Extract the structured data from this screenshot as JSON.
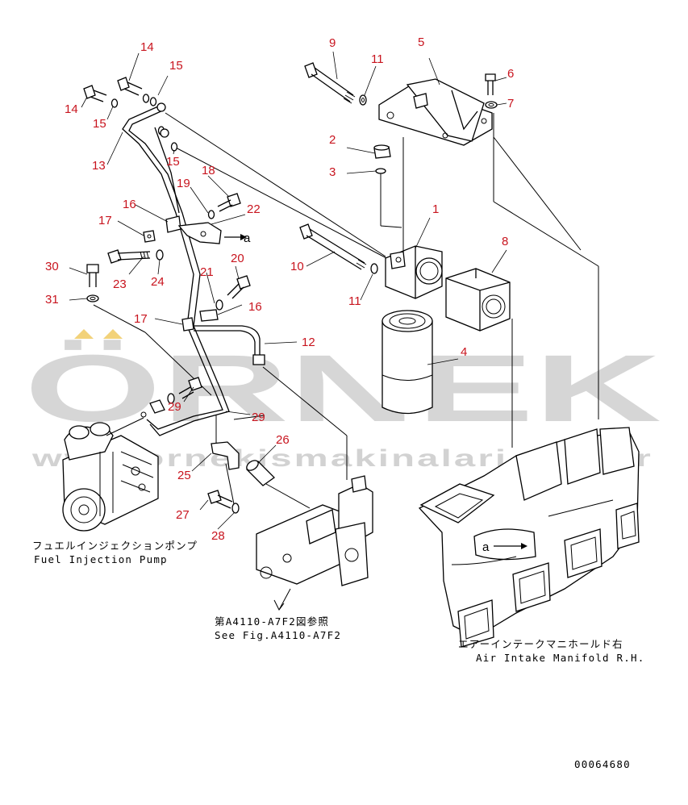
{
  "callouts": [
    {
      "id": "c1",
      "text": "1"
    },
    {
      "id": "c2",
      "text": "2"
    },
    {
      "id": "c3",
      "text": "3"
    },
    {
      "id": "c4",
      "text": "4"
    },
    {
      "id": "c5",
      "text": "5"
    },
    {
      "id": "c6",
      "text": "6"
    },
    {
      "id": "c7",
      "text": "7"
    },
    {
      "id": "c8",
      "text": "8"
    },
    {
      "id": "c9",
      "text": "9"
    },
    {
      "id": "c10",
      "text": "10"
    },
    {
      "id": "c11a",
      "text": "11"
    },
    {
      "id": "c11b",
      "text": "11"
    },
    {
      "id": "c12",
      "text": "12"
    },
    {
      "id": "c13",
      "text": "13"
    },
    {
      "id": "c14a",
      "text": "14"
    },
    {
      "id": "c14b",
      "text": "14"
    },
    {
      "id": "c15a",
      "text": "15"
    },
    {
      "id": "c15b",
      "text": "15"
    },
    {
      "id": "c15c",
      "text": "15"
    },
    {
      "id": "c16a",
      "text": "16"
    },
    {
      "id": "c16b",
      "text": "16"
    },
    {
      "id": "c17a",
      "text": "17"
    },
    {
      "id": "c17b",
      "text": "17"
    },
    {
      "id": "c18",
      "text": "18"
    },
    {
      "id": "c19",
      "text": "19"
    },
    {
      "id": "c20",
      "text": "20"
    },
    {
      "id": "c21",
      "text": "21"
    },
    {
      "id": "c22",
      "text": "22"
    },
    {
      "id": "c23",
      "text": "23"
    },
    {
      "id": "c24",
      "text": "24"
    },
    {
      "id": "c25",
      "text": "25"
    },
    {
      "id": "c26",
      "text": "26"
    },
    {
      "id": "c27",
      "text": "27"
    },
    {
      "id": "c28",
      "text": "28"
    },
    {
      "id": "c29a",
      "text": "29"
    },
    {
      "id": "c29b",
      "text": "29"
    },
    {
      "id": "c30",
      "text": "30"
    },
    {
      "id": "c31",
      "text": "31"
    }
  ],
  "labels": {
    "pump_jp": "フュエルインジェクションポンプ",
    "pump_en": "Fuel Injection Pump",
    "ref_jp": "第A4110-A7F2図参照",
    "ref_en": "See Fig.A4110-A7F2",
    "manifold_jp": "エアーインテークマニホールド右",
    "manifold_en": "Air Intake Manifold R.H.",
    "detail_marker_a": "a",
    "detail_marker_b": "a",
    "drawing_number": "00064680"
  },
  "watermark": {
    "brand": "ÖRNEK",
    "url": "www.ornekismakinalari.com.tr"
  },
  "colors": {
    "callout": "#c8141e",
    "line": "#000000",
    "watermark": "#c9c9c9",
    "watermark_accent": "#f2d27a"
  }
}
